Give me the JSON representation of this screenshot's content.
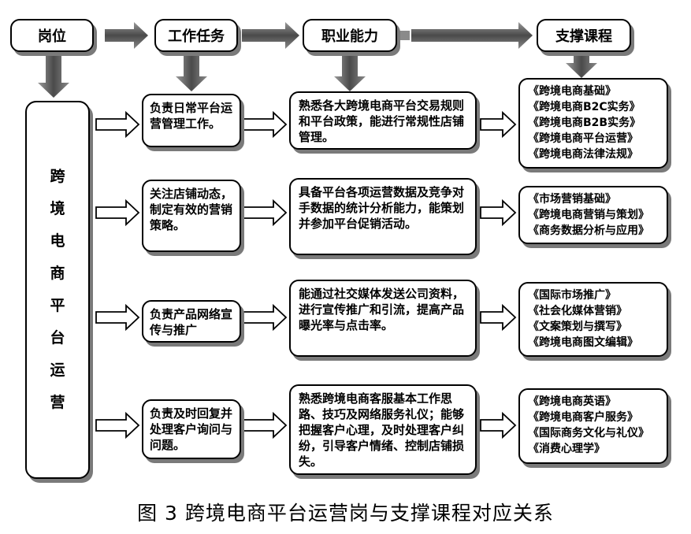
{
  "headers": {
    "position": "岗位",
    "task": "工作任务",
    "ability": "职业能力",
    "courses": "支撑课程"
  },
  "role": "跨境电商平台运营",
  "rows": [
    {
      "task": "负责日常平台运营管理工作。",
      "ability": "熟悉各大跨境电商平台交易规则和平台政策，能进行常规性店铺管理。",
      "courses": [
        "《跨境电商基础》",
        "《跨境电商B2C实务》",
        "《跨境电商B2B实务》",
        "《跨境电商平台运营》",
        "《跨境电商法律法规》"
      ]
    },
    {
      "task": "关注店铺动态，制定有效的营销策略。",
      "ability": "具备平台各项运营数据及竞争对手数据的统计分析能力，能策划并参加平台促销活动。",
      "courses": [
        "《市场营销基础》",
        "《跨境电商营销与策划》",
        "《商务数据分析与应用》"
      ]
    },
    {
      "task": "负责产品网络宣传与推广",
      "ability": "能通过社交媒体发送公司资料，进行宣传推广和引流，提高产品曝光率与点击率。",
      "courses": [
        "《国际市场推广》",
        "《社会化媒体营销》",
        "《文案策划与撰写》",
        "《跨境电商图文编辑》"
      ]
    },
    {
      "task": "负责及时回复并处理客户询问与问题。",
      "ability": "熟悉跨境电商客服基本工作思路、技巧及网络服务礼仪；能够把握客户心理，及时处理客户纠纷，引导客户情绪、控制店铺损失。",
      "courses": [
        "《跨境电商英语》",
        "《跨境电商客户服务》",
        "《国际商务文化与礼仪》",
        "《消费心理学》"
      ]
    }
  ],
  "caption": "图 3  跨境电商平台运营岗与支撑课程对应关系"
}
